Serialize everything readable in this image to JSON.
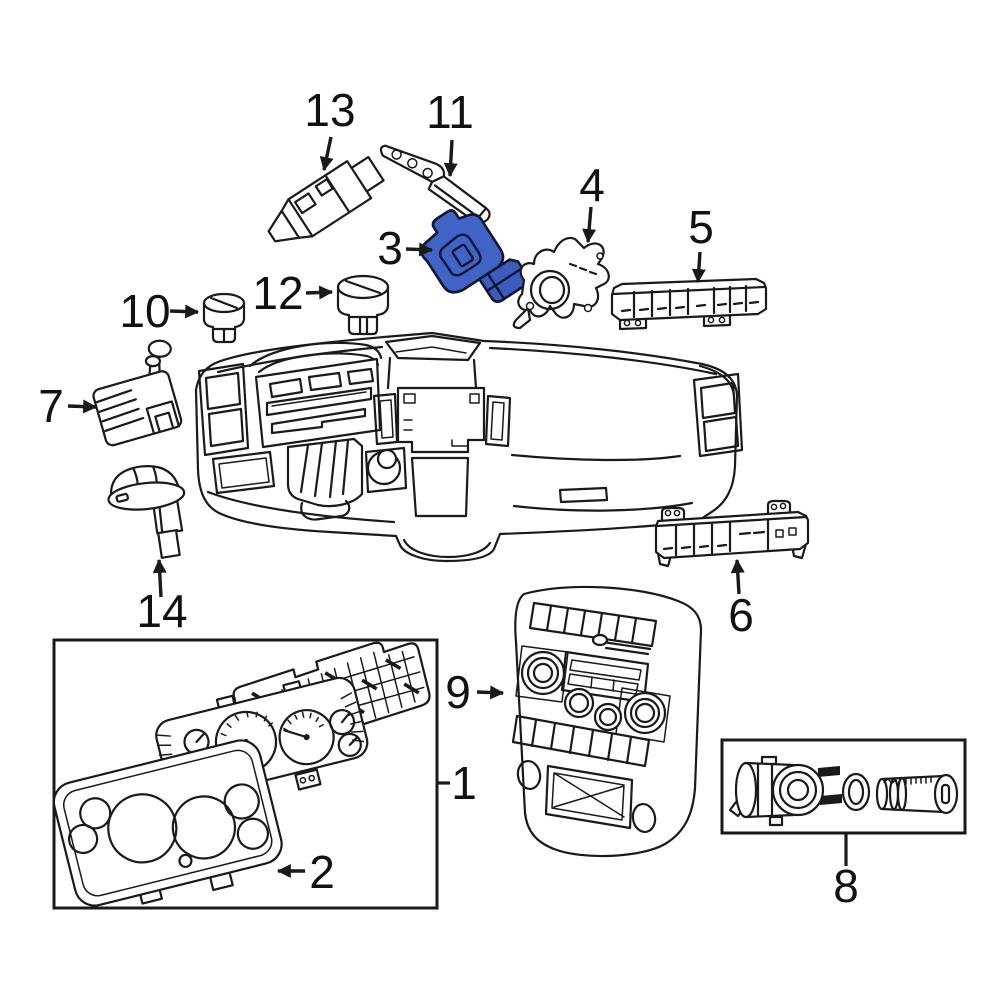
{
  "diagram": {
    "description": "Exploded automotive instrument panel parts diagram",
    "background": "#ffffff",
    "line_color": "#1a1a1a",
    "highlighted_callout": "3",
    "highlight": {
      "fill": "#3f63c6",
      "fill_dark": "#3a5cbd",
      "stroke": "#10172e"
    },
    "callouts": [
      {
        "label": "1"
      },
      {
        "label": "2"
      },
      {
        "label": "3"
      },
      {
        "label": "4"
      },
      {
        "label": "5"
      },
      {
        "label": "6"
      },
      {
        "label": "7"
      },
      {
        "label": "8"
      },
      {
        "label": "9"
      },
      {
        "label": "10"
      },
      {
        "label": "11"
      },
      {
        "label": "12"
      },
      {
        "label": "13"
      },
      {
        "label": "14"
      }
    ]
  }
}
